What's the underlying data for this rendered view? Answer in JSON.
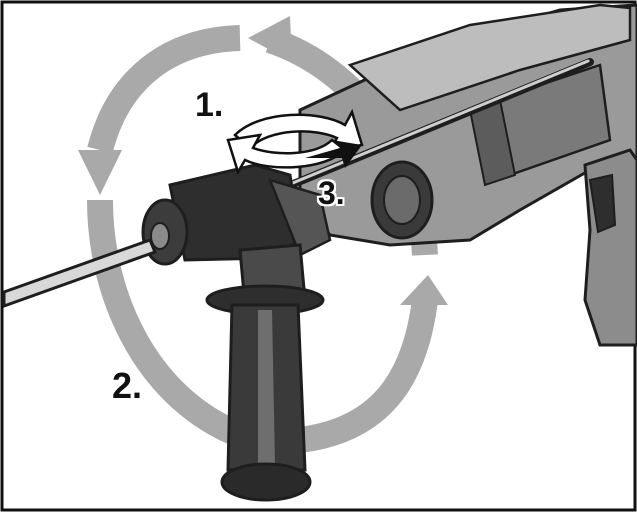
{
  "steps": {
    "step1": "1.",
    "step2": "2.",
    "step3": "3."
  },
  "colors": {
    "frame": "#111111",
    "arrow": "#a9a9a9",
    "tool_dark": "#2e2e2e",
    "tool_mid": "#6b6b6b",
    "tool_light": "#c4c4c4"
  }
}
